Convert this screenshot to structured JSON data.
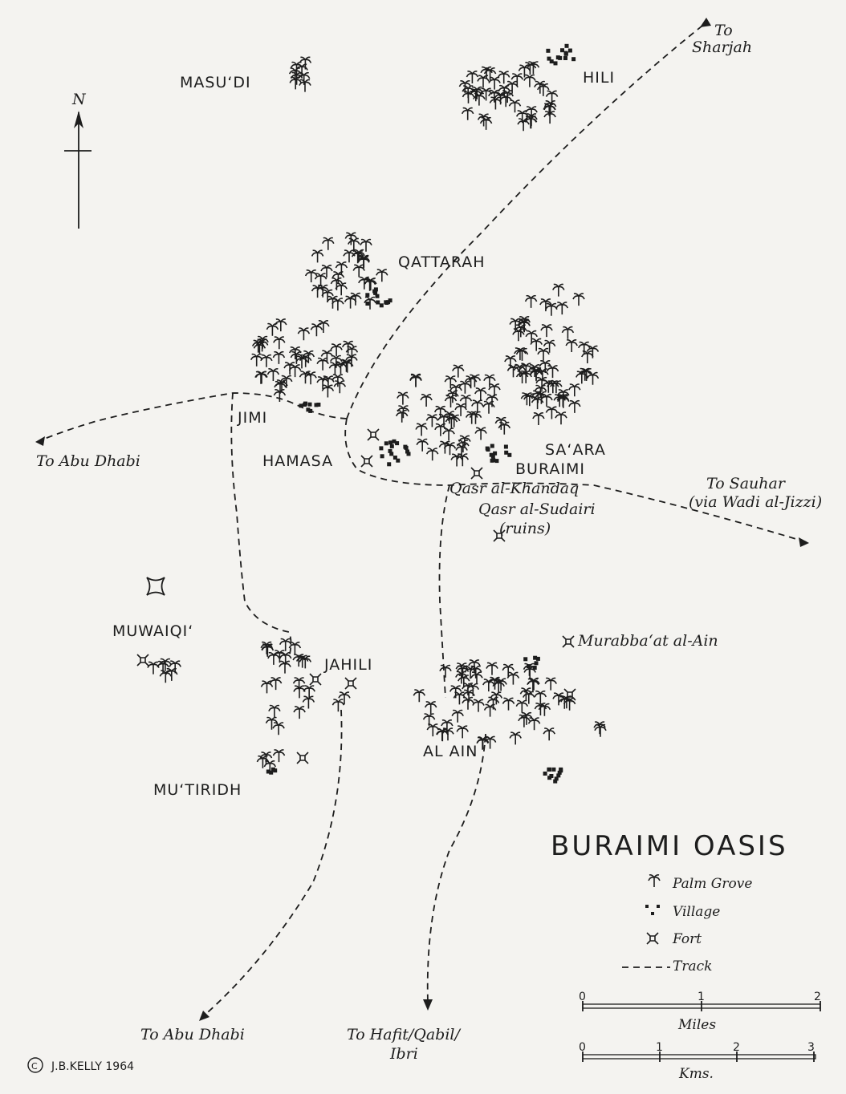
{
  "title": "BURAIMI OASIS",
  "north_label": "N",
  "settlements": {
    "masudi": "MASU‘DI",
    "hili": "HILI",
    "qattarah": "QATTARAH",
    "jimi": "JIMI",
    "hamasa": "HAMASA",
    "saara": "SA‘ARA",
    "buraimi": "BURAIMI",
    "muwaiqi": "MUWAIQI‘",
    "jahili": "JAHILI",
    "al_ain": "AL AIN",
    "mutiridh": "MU‘TIRIDH"
  },
  "forts": {
    "qasr_khandaq": "Qasr al-Khandaq",
    "qasr_sudairi": "Qasr al-Sudairi",
    "qasr_sudairi_note": "(ruins)",
    "murabbaat": "Murabba‘at al-Ain"
  },
  "destinations": {
    "sharjah_to": "To",
    "sharjah": "Sharjah",
    "abu_dhabi_west": "To Abu Dhabi",
    "sauhar": "To Sauhar",
    "sauhar_via": "(via Wadi al-Jizzi)",
    "abu_dhabi_south": "To Abu Dhabi",
    "hafit_1": "To Hafit/Qabil/",
    "hafit_2": "Ibri"
  },
  "legend": {
    "palm": "Palm Grove",
    "village": "Village",
    "fort": "Fort",
    "track": "Track"
  },
  "scale_miles": {
    "label": "Miles",
    "ticks": [
      "0",
      "1",
      "2"
    ]
  },
  "scale_kms": {
    "label": "Kms.",
    "ticks": [
      "0",
      "1",
      "2",
      "3"
    ]
  },
  "credit": "J.B.KELLY 1964",
  "credit_symbol": "C"
}
